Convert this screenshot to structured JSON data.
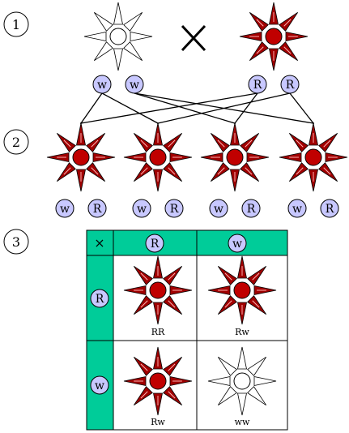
{
  "steps": [
    "1",
    "2",
    "3"
  ],
  "cross_symbol": "×",
  "parents": {
    "left_flower_genotype": "ww",
    "right_flower_genotype": "RR",
    "left_alleles": [
      "w",
      "w"
    ],
    "right_alleles": [
      "R",
      "R"
    ]
  },
  "offspring": [
    {
      "alleles": [
        "w",
        "R"
      ]
    },
    {
      "alleles": [
        "w",
        "R"
      ]
    },
    {
      "alleles": [
        "w",
        "R"
      ]
    },
    {
      "alleles": [
        "w",
        "R"
      ]
    }
  ],
  "punnett": {
    "corner": "×",
    "column_alleles": [
      "R",
      "w"
    ],
    "row_alleles": [
      "R",
      "w"
    ],
    "cells": [
      [
        "RR",
        "Rw"
      ],
      [
        "Rw",
        "ww"
      ]
    ]
  },
  "colors": {
    "red_petal": "#a00000",
    "red_center": "#c00000",
    "white_petal": "#ffffff",
    "allele_fill": "#c8c8ff",
    "header_fill": "#00cc99",
    "stroke": "#000000"
  }
}
